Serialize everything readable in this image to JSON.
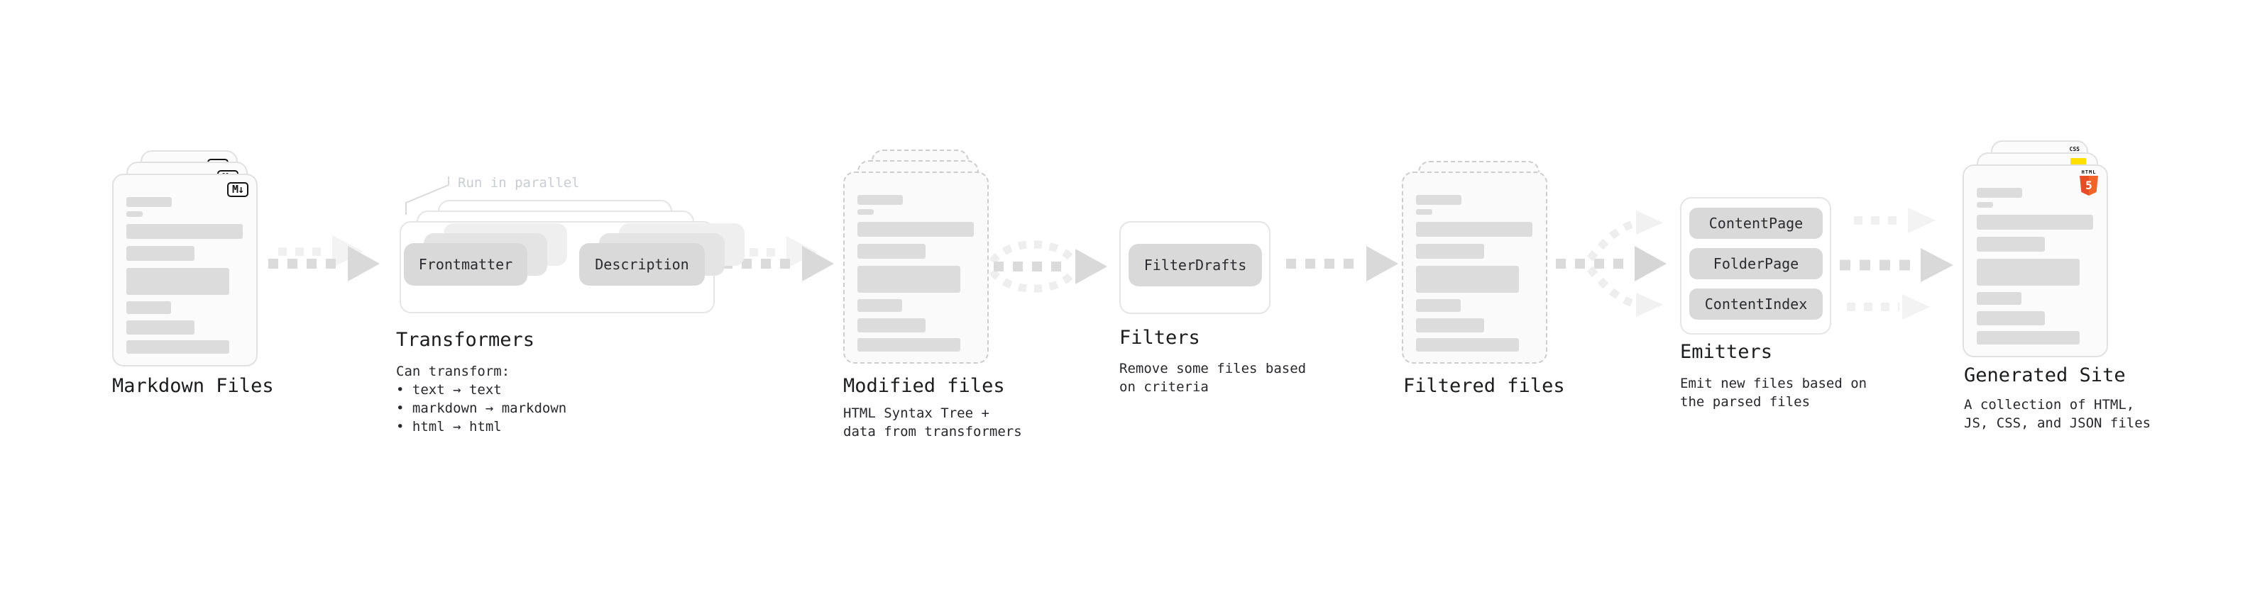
{
  "colors": {
    "html5_orange": "#e44d26",
    "html5_orange_light": "#f16529",
    "js_yellow": "#ffdf00",
    "css_blue": "#2765e8",
    "arrow_gray": "#d9d9d9",
    "arrow_light": "#f0f0f0"
  },
  "stages": {
    "markdown": {
      "title": "Markdown Files",
      "badge": "M↓"
    },
    "transformers": {
      "title": "Transformers",
      "annotation": "Run in parallel",
      "pill_left": "Frontmatter",
      "pill_right": "Description",
      "desc_1": "Can transform:",
      "desc_2": "• text → text",
      "desc_3": "• markdown → markdown",
      "desc_4": "• html → html"
    },
    "modified": {
      "title": "Modified files",
      "desc_1": "HTML Syntax Tree +",
      "desc_2": "data from transformers"
    },
    "filters": {
      "title": "Filters",
      "pill": "FilterDrafts",
      "desc_1": "Remove some files based",
      "desc_2": "on criteria"
    },
    "filtered": {
      "title": "Filtered files"
    },
    "emitters": {
      "title": "Emitters",
      "pill_1": "ContentPage",
      "pill_2": "FolderPage",
      "pill_3": "ContentIndex",
      "desc_1": "Emit new files based on",
      "desc_2": "the parsed files"
    },
    "generated": {
      "title": "Generated Site",
      "badge_css": "CSS",
      "badge_html": "HTML",
      "badge_five": "5",
      "desc_1": "A collection of HTML,",
      "desc_2": "JS, CSS, and JSON files"
    }
  }
}
